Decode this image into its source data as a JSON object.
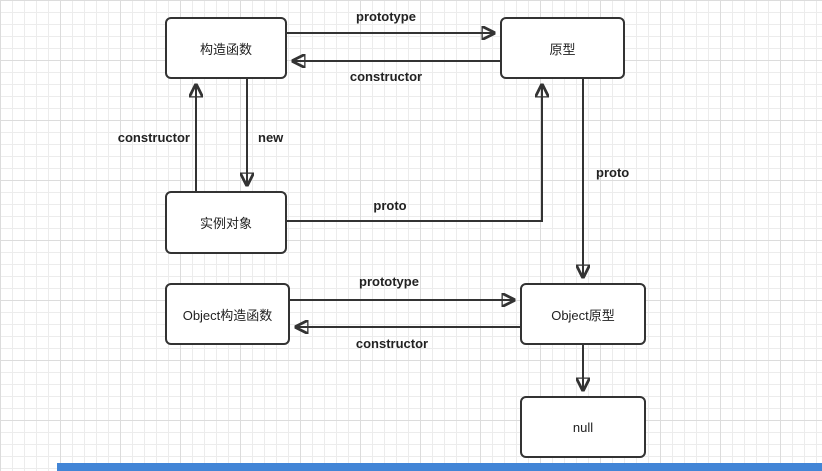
{
  "diagram": {
    "nodes": {
      "constructor_fn": {
        "label": "构造函数"
      },
      "prototype": {
        "label": "原型"
      },
      "instance": {
        "label": "实例对象"
      },
      "object_constructor": {
        "label": "Object构造函数"
      },
      "object_prototype": {
        "label": "Object原型"
      },
      "null": {
        "label": "null"
      }
    },
    "edges": {
      "prototype_top": {
        "label": "prototype"
      },
      "constructor_top": {
        "label": "constructor"
      },
      "constructor_left": {
        "label": "constructor"
      },
      "new": {
        "label": "new"
      },
      "proto_instance": {
        "label": "proto"
      },
      "proto_chain": {
        "label": "proto"
      },
      "prototype_bottom": {
        "label": "prototype"
      },
      "constructor_bottom": {
        "label": "constructor"
      }
    },
    "colors": {
      "stroke": "#333333",
      "node_background": "#ffffff",
      "grid_minor_line": "#ececec",
      "grid_major_line": "#dcdcdc",
      "bottom_accent": "#4285d6"
    }
  }
}
